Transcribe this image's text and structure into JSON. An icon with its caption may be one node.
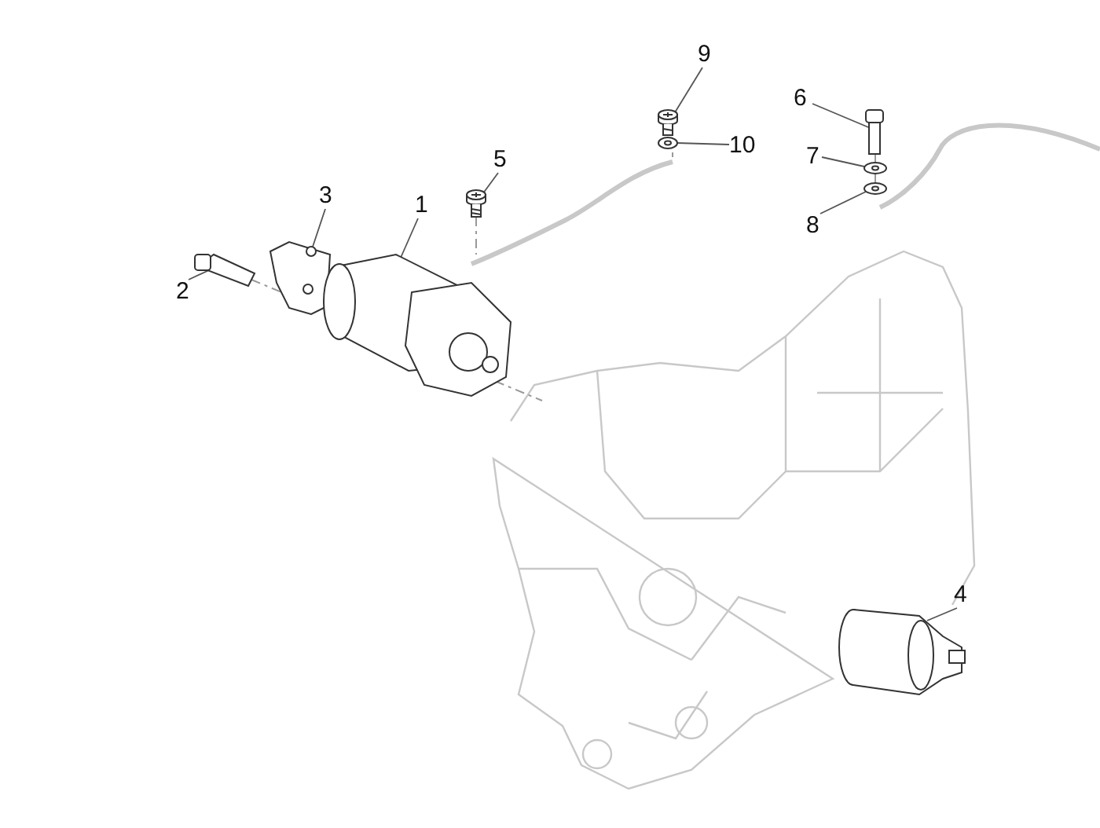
{
  "diagram": {
    "nodes": [
      {
        "text": [
          "9"
        ]
      },
      {
        "text": [
          "6"
        ]
      },
      {
        "text": [
          "10"
        ]
      },
      {
        "text": [
          "7"
        ]
      },
      {
        "text": [
          "5"
        ]
      },
      {
        "text": [
          "3"
        ]
      },
      {
        "text": [
          "1"
        ]
      },
      {
        "text": [
          "8"
        ]
      },
      {
        "text": [
          "2"
        ]
      },
      {
        "text": [
          "4"
        ]
      },
      {
        "text": [],
        "shape": "picture"
      },
      {
        "text": [],
        "shape": "picture"
      },
      {
        "text": [],
        "shape": "picture"
      },
      {
        "text": [],
        "shape": "picture"
      },
      {
        "text": [],
        "shape": "picture"
      },
      {
        "text": [],
        "shape": "picture"
      },
      {
        "text": [],
        "shape": "picture"
      },
      {
        "text": [],
        "shape": "picture"
      },
      {
        "text": [],
        "shape": "picture"
      },
      {
        "text": [],
        "shape": "picture"
      }
    ],
    "edges": [
      {
        "from": 0,
        "to": 14,
        "arrow": "none"
      },
      {
        "from": 1,
        "to": 16,
        "arrow": "none"
      },
      {
        "from": 2,
        "to": 15,
        "arrow": "none"
      },
      {
        "from": 3,
        "to": 17,
        "arrow": "none"
      },
      {
        "from": 4,
        "to": 13,
        "arrow": "none"
      },
      {
        "from": 5,
        "to": 11,
        "arrow": "none"
      },
      {
        "from": 6,
        "to": 12,
        "arrow": "none"
      },
      {
        "from": 7,
        "to": 18,
        "arrow": "none"
      },
      {
        "from": 8,
        "to": 10,
        "arrow": "none"
      },
      {
        "from": 9,
        "to": 19,
        "arrow": "none"
      }
    ]
  }
}
